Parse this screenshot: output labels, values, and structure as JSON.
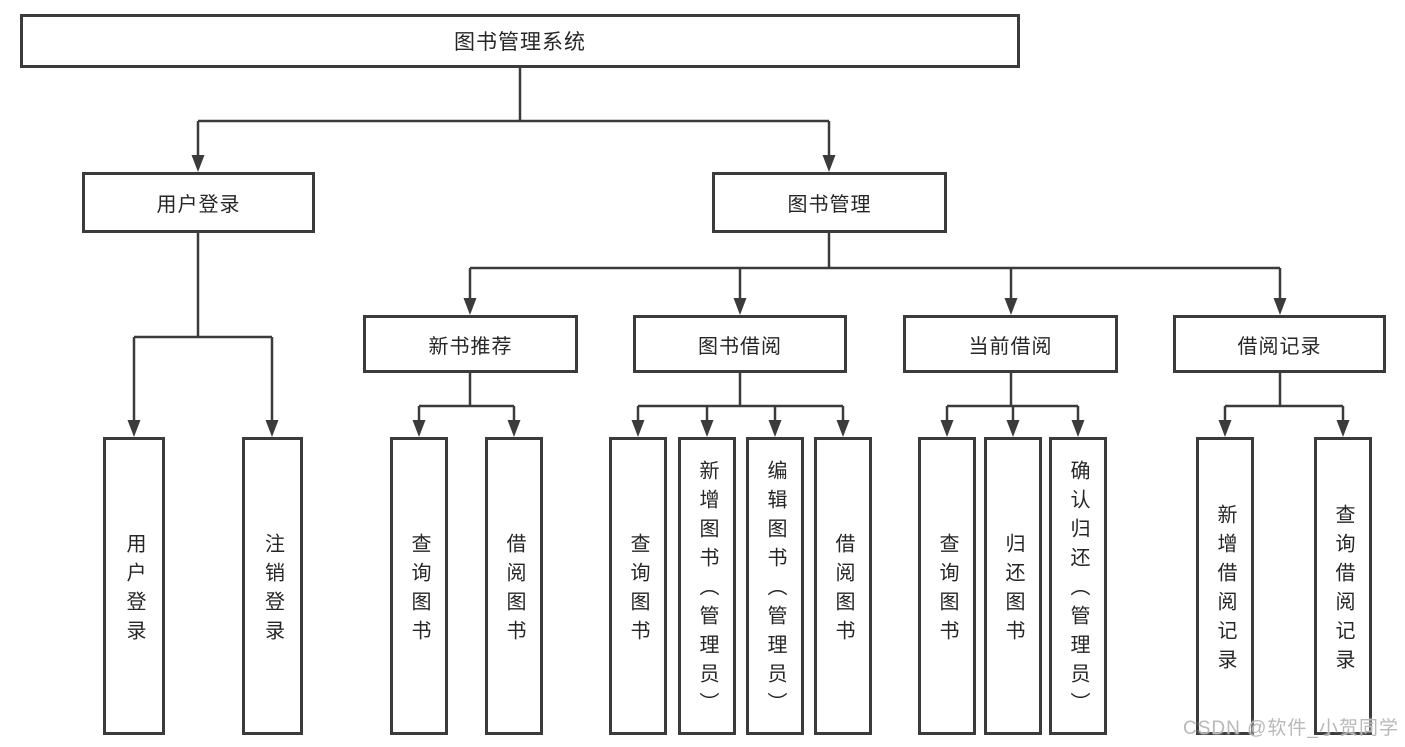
{
  "tree": {
    "root": {
      "label": "图书管理系统"
    },
    "branches": [
      {
        "label": "用户登录",
        "children": [
          {
            "label": "用户登录"
          },
          {
            "label": "注销登录"
          }
        ]
      },
      {
        "label": "图书管理",
        "children": [
          {
            "label": "新书推荐",
            "children": [
              {
                "label": "查询图书"
              },
              {
                "label": "借阅图书"
              }
            ]
          },
          {
            "label": "图书借阅",
            "children": [
              {
                "label": "查询图书"
              },
              {
                "label": "新增图书（管理员）"
              },
              {
                "label": "编辑图书（管理员）"
              },
              {
                "label": "借阅图书"
              }
            ]
          },
          {
            "label": "当前借阅",
            "children": [
              {
                "label": "查询图书"
              },
              {
                "label": "归还图书"
              },
              {
                "label": "确认归还（管理员）"
              }
            ]
          },
          {
            "label": "借阅记录",
            "children": [
              {
                "label": "新增借阅记录"
              },
              {
                "label": "查询借阅记录"
              }
            ]
          }
        ]
      }
    ]
  },
  "watermark": {
    "text": "CSDN @软件_小贺同学"
  },
  "colors": {
    "line": "#3b3b3b",
    "text": "#262626",
    "background": "#ffffff",
    "watermark": "#b9b9b9"
  }
}
